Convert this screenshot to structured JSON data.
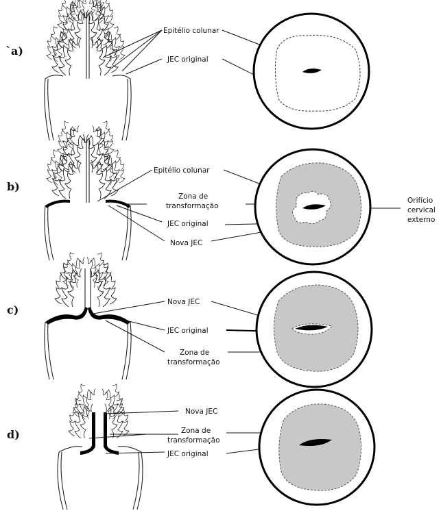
{
  "panels": {
    "a": {
      "letter": "`a)",
      "labels": {
        "epitelio": "Epitélio colunar",
        "jec_original": "JEC original"
      }
    },
    "b": {
      "letter": "b)",
      "labels": {
        "epitelio": "Epitélio colunar",
        "zona_l1": "Zona de",
        "zona_l2": "transformação",
        "jec_original": "JEC original",
        "nova_jec": "Nova JEC",
        "orificio_l1": "Orifício",
        "orificio_l2": "cervical",
        "orificio_l3": "externo"
      }
    },
    "c": {
      "letter": "c)",
      "labels": {
        "nova_jec": "Nova JEC",
        "jec_original": "JEC original",
        "zona_l1": "Zona de",
        "zona_l2": "transformação"
      }
    },
    "d": {
      "letter": "d)",
      "labels": {
        "nova_jec": "Nova JEC",
        "zona_l1": "Zona de",
        "zona_l2": "transformação",
        "jec_original": "JEC original"
      }
    }
  },
  "colors": {
    "transformation_zone": "#c8c8c8",
    "epithelium_black": "#000000"
  }
}
